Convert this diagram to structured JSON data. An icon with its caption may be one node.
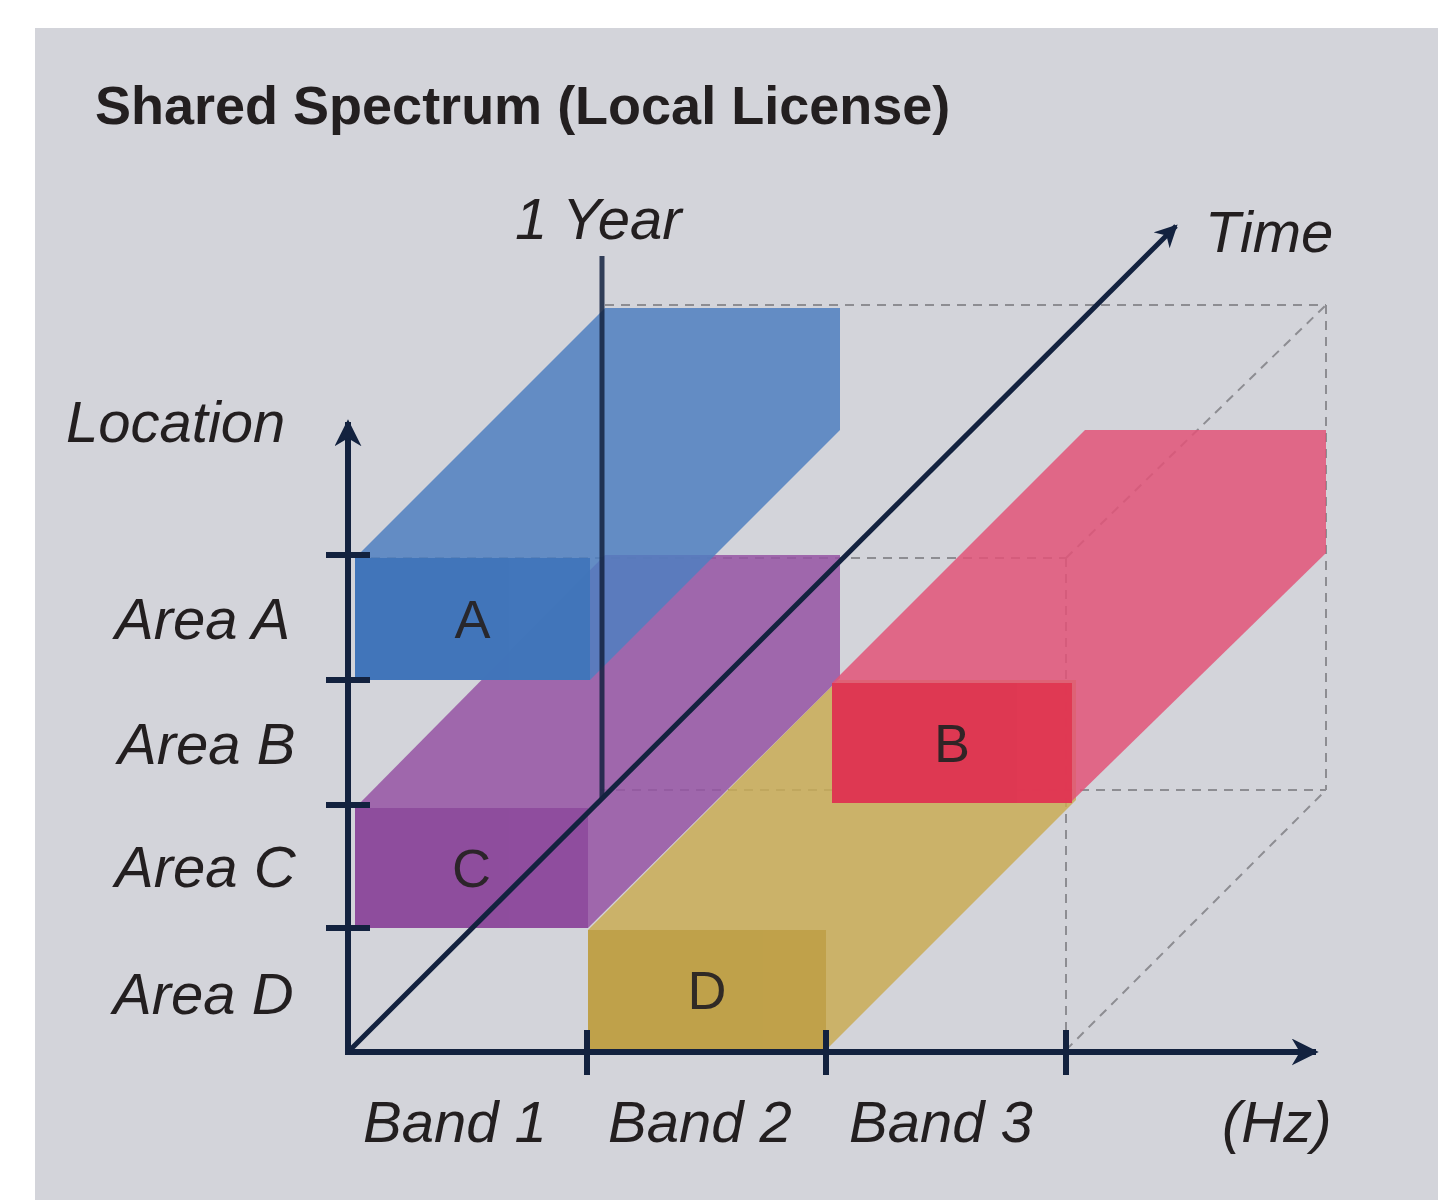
{
  "diagram": {
    "title": "Shared Spectrum (Local License)",
    "nodes": [
      {
        "text": [
          "A"
        ]
      },
      {
        "text": [
          "B"
        ]
      },
      {
        "text": [
          "C"
        ]
      },
      {
        "text": [
          "D"
        ]
      }
    ],
    "labels": [
      "1 Year",
      "Time",
      "Location",
      "Area A",
      "Area B",
      "Area C",
      "Area D",
      "Band 1",
      "Band 2",
      "Band 3",
      "(Hz)"
    ]
  }
}
